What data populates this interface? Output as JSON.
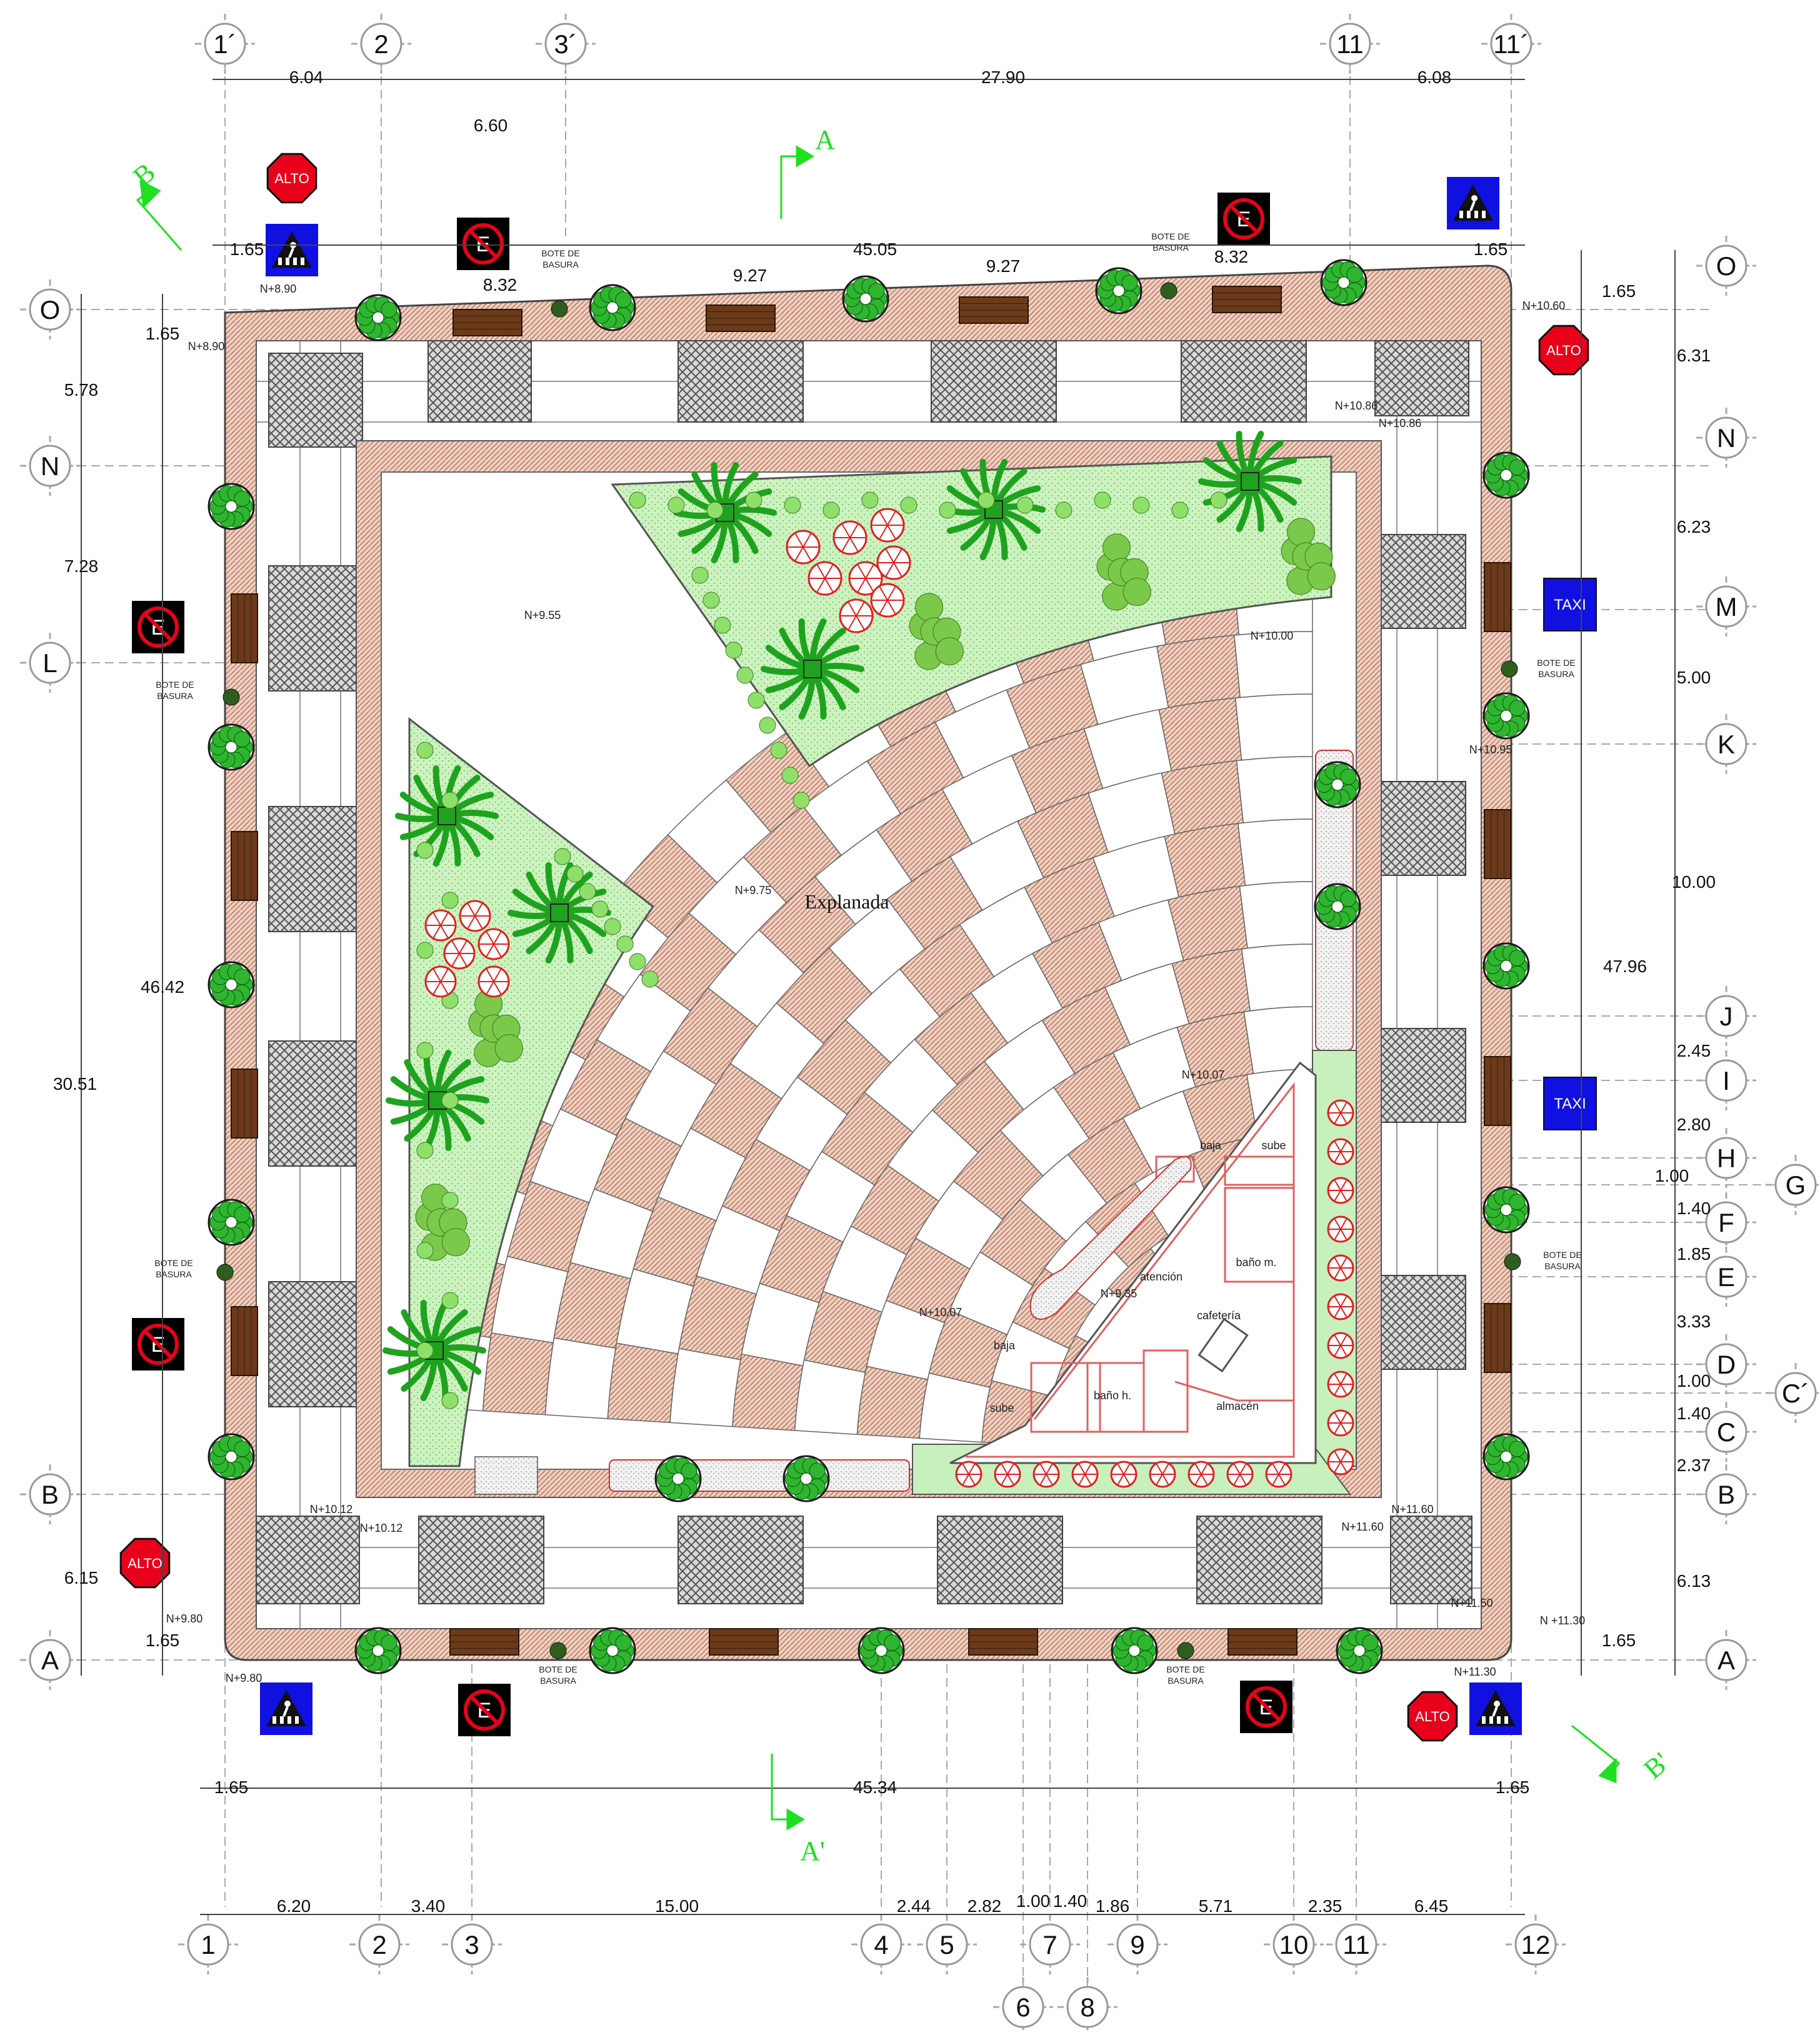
{
  "colors": {
    "paving_tan": "#e3c7b4",
    "herringbone_red": "#c97d6a",
    "dark_tile": "#8d8d8d",
    "planting_green": "#c8f0bc",
    "tree_green": "#2fb52f",
    "flower_red": "#e02020",
    "stop_red": "#e8001a",
    "sign_blue": "#1010e0",
    "section_green": "#1ee01e",
    "bench_brown": "#6b3a1a"
  },
  "grid_top": {
    "bubbles": [
      "1´",
      "2",
      "3´",
      "11",
      "11´"
    ],
    "dims": [
      "6.04",
      "27.90",
      "6.08",
      "6.60"
    ]
  },
  "grid_bottom": {
    "bubbles": [
      "1",
      "2",
      "3",
      "4",
      "5",
      "7",
      "9",
      "10",
      "11",
      "12",
      "6",
      "8"
    ],
    "dims": [
      "6.20",
      "3.40",
      "15.00",
      "2.44",
      "2.82",
      "1.00",
      "1.40",
      "1.86",
      "5.71",
      "2.35",
      "6.45"
    ],
    "overall": "45.34",
    "left_offset": "1.65",
    "right_offset": "1.65"
  },
  "grid_left": {
    "bubbles": [
      "O",
      "N",
      "L",
      "B",
      "A"
    ],
    "dims": [
      "1.65",
      "5.78",
      "7.28",
      "46.42",
      "30.51",
      "6.15",
      "1.65"
    ]
  },
  "grid_right": {
    "bubbles": [
      "O",
      "N",
      "M",
      "K",
      "J",
      "I",
      "H",
      "F",
      "E",
      "D",
      "C",
      "B",
      "A",
      "G",
      "C´"
    ],
    "dims": [
      "1.65",
      "6.31",
      "6.23",
      "5.00",
      "10.00",
      "47.96",
      "2.45",
      "2.80",
      "1.00",
      "1.40",
      "1.85",
      "3.33",
      "1.00",
      "1.40",
      "2.37",
      "6.13",
      "1.65"
    ]
  },
  "top_edge": {
    "overall": "45.05",
    "left_offset": "1.65",
    "right_offset": "1.65",
    "segments": [
      "8.32",
      "9.27",
      "9.27",
      "8.32"
    ]
  },
  "levels": {
    "top_left": "N+8.90",
    "left_upper": "N+8.90",
    "inner_top_right": "N+10.86",
    "inner_top_right_b": "N+10.86",
    "outer_top_right": "N+10.60",
    "plaza_upper": "N+9.55",
    "plaza_right": "N+10.00",
    "right_k": "N+10.95",
    "plaza_center": "N+9.75",
    "plaza_mid_right": "N+10.07",
    "plaza_lower": "N+10.07",
    "cafe_level": "N+9.35",
    "inner_bottom_left": "N+10.12",
    "inner_bottom_left_b": "N+10.12",
    "inner_bottom_right": "N+11.60",
    "inner_bottom_right_b": "N+11.60",
    "bottom_left": "N+9.80",
    "bottom_left_b": "N+9.80",
    "bottom_right": "N+11.30",
    "bottom_right_b": "N +11.30",
    "bottom_right_c": "N+11.50"
  },
  "labels": {
    "explanada": "Explanada",
    "bote_line1": "BOTE DE",
    "bote_line2": "BASURA",
    "atencion": "atención",
    "cafeteria": "cafetería",
    "almacen": "almacén",
    "bano_m": "baño m.",
    "bano_h": "baño h.",
    "baja": "baja",
    "sube": "sube"
  },
  "signs": {
    "alto": "ALTO",
    "taxi": "TAXI",
    "no_parking_letter": "E"
  },
  "sections": {
    "a": "A",
    "a_prime": "A'",
    "b": "B",
    "b_prime": "B'"
  }
}
